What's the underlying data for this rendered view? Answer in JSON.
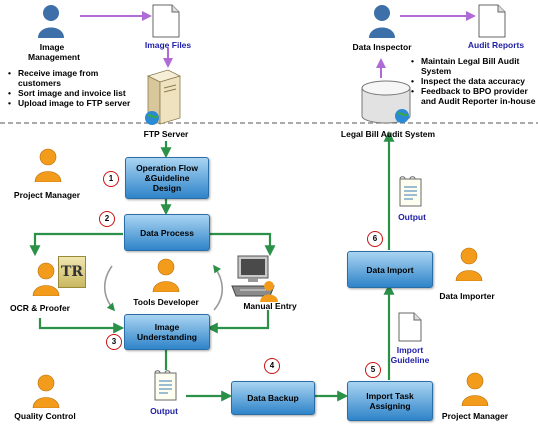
{
  "colors": {
    "box_top": "#a9d4f2",
    "box_bottom": "#2f84c9",
    "flow_arrow": "#2c9148",
    "top_arrow": "#b06ad6",
    "step_circle": "#cc1111",
    "blue_text": "#1f1fa8",
    "person_blue": "#3d6fa8",
    "person_orange": "#f39c1c"
  },
  "top_left": {
    "image_management": "Image\nManagement",
    "image_files": "Image Files",
    "bullets": [
      "Receive image from\ncustomers",
      "Sort image and invoice list",
      "Upload image to FTP server"
    ],
    "ftp_server": "FTP Server"
  },
  "top_right": {
    "data_inspector": "Data Inspector",
    "audit_reports": "Audit Reports",
    "bullets": [
      "Maintain Legal Bill Audit\nSystem",
      "Inspect the data accuracy",
      "Feedback to BPO provider\nand Audit Reporter in-house"
    ],
    "legal_system": "Legal Bill Audit System"
  },
  "process": {
    "operation_flow": "Operation Flow\n&Guideline\nDesign",
    "data_process": "Data Process",
    "image_understanding": "Image\nUnderstanding",
    "data_backup": "Data Backup",
    "import_task": "Import Task\nAssigning",
    "data_import": "Data Import"
  },
  "steps": [
    "1",
    "2",
    "3",
    "4",
    "5",
    "6"
  ],
  "roles": {
    "project_manager_top": "Project Manager",
    "ocr_proofer": "OCR & Proofer",
    "tools_developer": "Tools Developer",
    "manual_entry": "Manual Entry",
    "quality_control": "Quality Control",
    "data_importer": "Data Importer",
    "project_manager_bottom": "Project Manager"
  },
  "docs": {
    "output_left": "Output",
    "output_right": "Output",
    "import_guideline": "Import\nGuideline"
  },
  "ocr_logo_text": "TR"
}
